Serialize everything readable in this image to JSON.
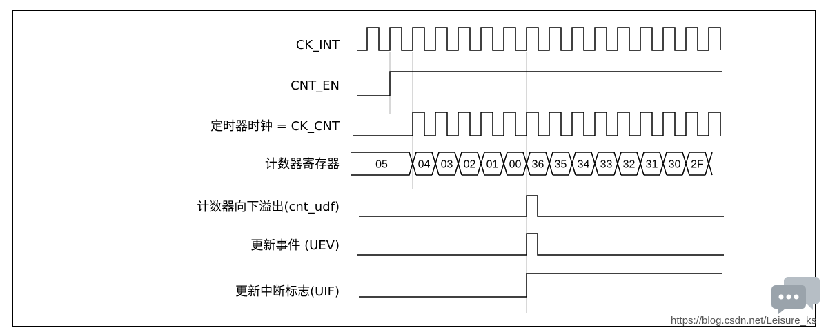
{
  "signals": [
    {
      "id": "ck_int",
      "label": "CK_INT"
    },
    {
      "id": "cnt_en",
      "label": "CNT_EN"
    },
    {
      "id": "cnt_clk",
      "label": "定时器时钟 = CK_CNT"
    },
    {
      "id": "counter",
      "label": "计数器寄存器"
    },
    {
      "id": "cnt_udf",
      "label": "计数器向下溢出(cnt_udf)"
    },
    {
      "id": "uev",
      "label": "更新事件 (UEV)"
    },
    {
      "id": "uif",
      "label": "更新中断标志(UIF)"
    }
  ],
  "counter_values": [
    "05",
    "04",
    "03",
    "02",
    "01",
    "00",
    "36",
    "35",
    "34",
    "33",
    "32",
    "31",
    "30",
    "2F"
  ],
  "watermark": "https://blog.csdn.net/Leisure_ks",
  "colors": {
    "line": "#000000",
    "guide": "#b0b0b0",
    "icon": "#9aa3ab"
  }
}
